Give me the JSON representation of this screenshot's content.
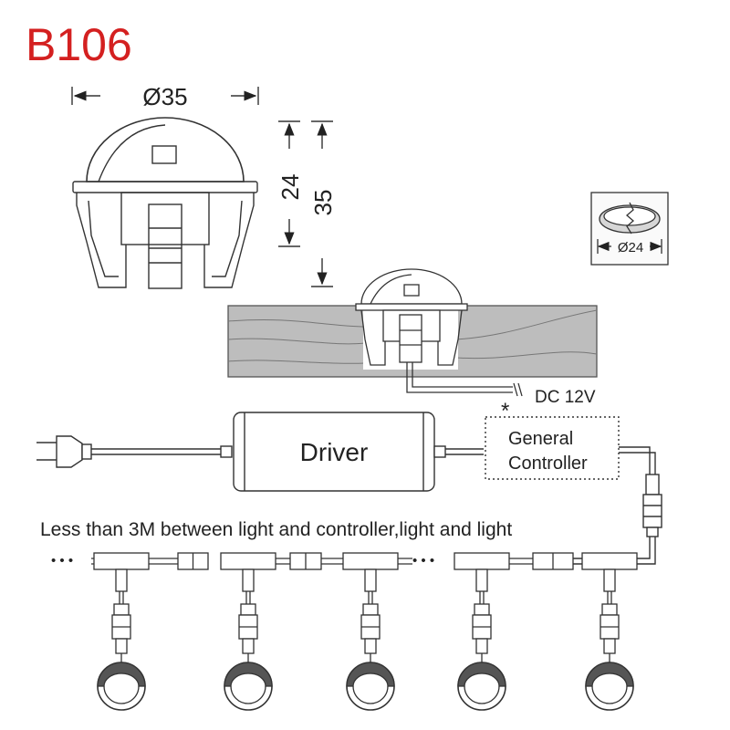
{
  "model_code": "B106",
  "dimensions": {
    "diameter": "Ø35",
    "height_body": "24",
    "height_total": "35",
    "cutout_diameter": "Ø24"
  },
  "power_label": "DC 12V",
  "asterisk": "*",
  "driver_label": "Driver",
  "controller_label": [
    "General",
    "Controller"
  ],
  "spacing_note": "Less than 3M between light and controller,light and light",
  "ellipsis": "• • •",
  "colors": {
    "model_code": "#d42020",
    "line": "#333333",
    "board": "#bdbdbd"
  }
}
